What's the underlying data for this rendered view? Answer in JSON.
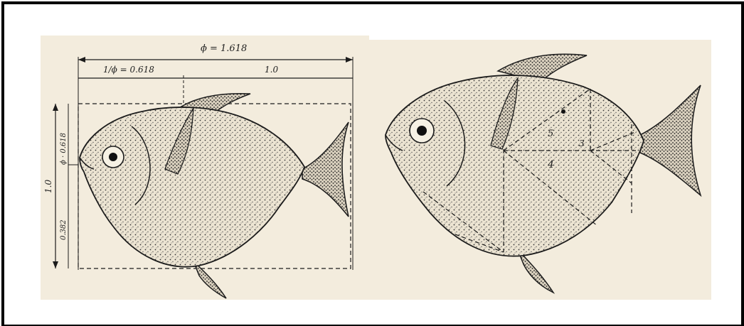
{
  "left_figure": {
    "phi_label": "ϕ = 1.618",
    "inv_phi_label": "1/ϕ = 0.618",
    "unit_label": "1.0",
    "height_label": "1.0",
    "upper_part_label": "ϕ · 0.618",
    "lower_part_label": "0.382"
  },
  "right_figure": {
    "triangle_labels": [
      "5",
      "4",
      "3"
    ]
  },
  "colors": {
    "paper": "#f3ecdd",
    "ink": "#1c1c1c",
    "frame": "#000000"
  }
}
